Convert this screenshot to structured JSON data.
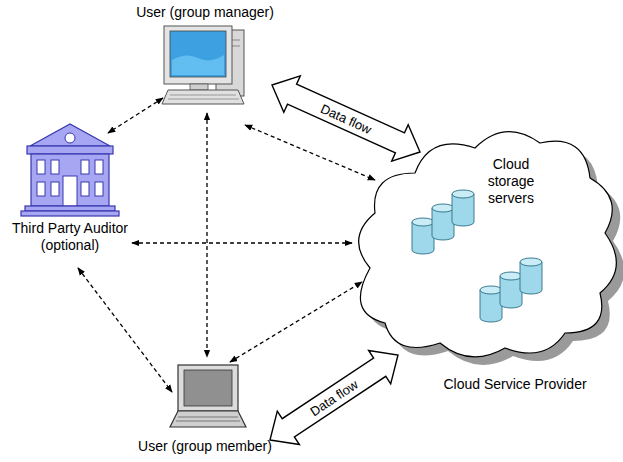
{
  "diagram": {
    "nodes": [
      {
        "text": [
          "User (group manager)"
        ]
      },
      {
        "text": [
          "Third Party Auditor (optional)"
        ]
      },
      {
        "text": [
          "Cloud storage servers",
          "Cloud Service Provider"
        ]
      },
      {
        "text": [
          "User (group member)"
        ]
      }
    ],
    "edges": [
      {
        "from": 0,
        "to": 1,
        "arrow": "both"
      },
      {
        "from": 0,
        "to": 3,
        "arrow": "both"
      },
      {
        "from": 0,
        "to": 2,
        "arrow": "both"
      },
      {
        "from": 1,
        "to": 2,
        "arrow": "both"
      },
      {
        "from": 1,
        "to": 3,
        "arrow": "both"
      },
      {
        "from": 3,
        "to": 2,
        "arrow": "both"
      },
      {
        "from": 0,
        "to": 2,
        "arrow": "both",
        "label": "Data flow"
      },
      {
        "from": 3,
        "to": 2,
        "arrow": "both",
        "label": "Data flow"
      }
    ]
  }
}
